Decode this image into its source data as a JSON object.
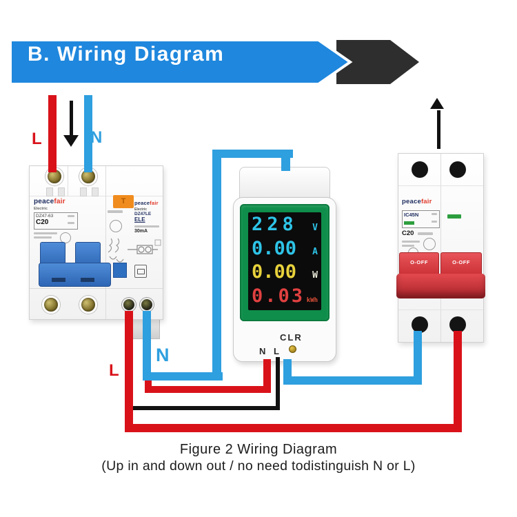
{
  "banner": {
    "title": "B. Wiring Diagram"
  },
  "wire_labels": {
    "line_top": "L",
    "neutral_top": "N",
    "neutral_bottom": "N",
    "line_bottom": "L"
  },
  "left_breaker": {
    "brand": {
      "part1": "peace",
      "part2": "fair"
    },
    "left_module": {
      "sub": "Electric",
      "model": "DZ47-63",
      "rating": "C20"
    },
    "right_module": {
      "brand1": "peace",
      "brand2": "fair",
      "sub": "Electric",
      "model": "DZ47LE",
      "series": "ELE",
      "leakage": "30mA",
      "test_tag": "T"
    }
  },
  "meter": {
    "display": {
      "rows": [
        {
          "value": "228",
          "unit": "V"
        },
        {
          "value": "0.00",
          "unit": "A"
        },
        {
          "value": "0.00",
          "unit": "W"
        },
        {
          "value": "0.03",
          "unit": "kWh"
        }
      ]
    },
    "button": "CLR",
    "terminal_label": "N L"
  },
  "right_breaker": {
    "brand": {
      "part1": "peace",
      "part2": "fair"
    },
    "model": "IC45N",
    "rating": "C20",
    "switch_left": "O-OFF",
    "switch_right": "O-OFF"
  },
  "caption": {
    "line1": "Figure 2 Wiring Diagram",
    "line2": "(Up in and down out / no need todistinguish N or L)"
  },
  "colors": {
    "banner_blue": "#1f87dd",
    "arrow_black": "#2e2e2e",
    "wire_live": "#d9121a",
    "wire_neutral": "#2e9fdf",
    "wire_sense": "#121212",
    "display_bezel": "#0e8e4a",
    "display_bg": "#0b0b0b",
    "digit_voltage": "#2ec4e8",
    "digit_current": "#2ec4e8",
    "digit_power": "#e8d23c",
    "digit_energy": "#e04040",
    "toggle_blue": "#3a78cb",
    "toggle_red": "#dd3b40",
    "brand_navy": "#1c2b5e",
    "brand_red": "#e0392a",
    "test_label_orange": "#f08c1e",
    "button_gold": "#c9a227"
  }
}
